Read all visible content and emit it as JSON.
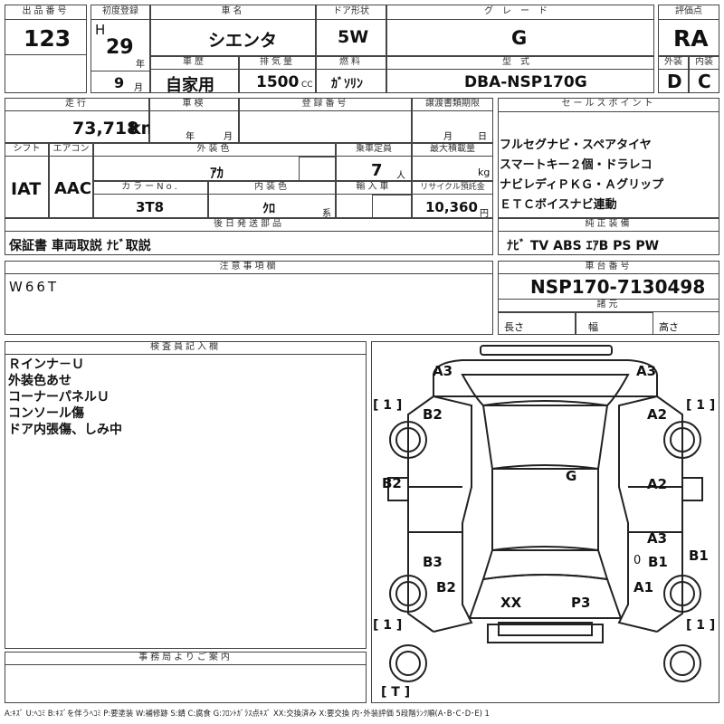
{
  "header_labels": {
    "lot_no": "出品番号",
    "first_reg": "初度登録",
    "car_name": "車名",
    "door": "ドア形状",
    "grade": "グレード",
    "score": "評価点",
    "history": "車歴",
    "displacement": "排気量",
    "fuel": "燃料",
    "model_type": "型式",
    "exterior": "外装",
    "interior": "内装",
    "mileage": "走行",
    "inspection": "車検",
    "reg_no": "登録番号",
    "transfer_deadline": "譲渡書類期限",
    "sales_point": "セールスポイント",
    "shift": "シフト",
    "aircon": "エアコン",
    "ext_color": "外装色",
    "capacity": "乗車定員",
    "max_load": "最大積載量",
    "color_no": "カラーNo.",
    "int_color": "内装色",
    "import": "輸入車",
    "recycle": "リサイクル預託金",
    "later_parts": "後日発送部品",
    "equipment": "純正装備",
    "notes": "注意事項欄",
    "chassis_no": "車台番号",
    "dimensions": "諸元",
    "inspector": "検査員記入欄",
    "office": "事務局よりご案内"
  },
  "values": {
    "lot_no": "123",
    "era": "H",
    "year": "29",
    "year_unit": "年",
    "month": "9",
    "month_unit": "月",
    "car_name": "シエンタ",
    "door": "5W",
    "grade": "G",
    "score": "RA",
    "history": "自家用",
    "displacement": "1500",
    "cc": "CC",
    "fuel": "ｶﾞｿﾘﾝ",
    "model_type": "DBA-NSP170G",
    "exterior": "D",
    "interior": "C",
    "mileage": "73,718",
    "km": "km",
    "insp_year": "年",
    "insp_month": "月",
    "deadline_month": "月",
    "deadline_day": "日",
    "shift": "IAT",
    "aircon": "AAC",
    "ext_color": "ｱｶ",
    "capacity": "7",
    "person": "人",
    "kg": "kg",
    "color_no": "3T8",
    "int_color": "ｸﾛ",
    "kei": "系",
    "recycle": "10,360",
    "yen": "円",
    "later_parts": "保証書 車両取説 ﾅﾋﾞ取説",
    "equipment": "ﾅﾋﾞ TV ABS ｴｱB PS PW",
    "notes": "W66T",
    "chassis_no": "NSP170-7130498",
    "length": "長さ",
    "width": "幅",
    "height": "高さ",
    "legend": "A:ｷｽﾞ U:ﾍｺﾐ B:ｷｽﾞを伴うﾍｺﾐ P:要塗装 W:補修跡 S:錆 C:腐食 G:ﾌﾛﾝﾄｶﾞﾗｽ点ｷｽﾞ XX:交換済み X:要交換 内･外装評価 5段階ﾗﾝｸ順(A･B･C･D･E) 1"
  },
  "sales_points": [
    "フルセグナビ・スペアタイヤ",
    "スマートキー２個・ドラレコ",
    "ナビレディＰＫＧ・Ａグリップ",
    "ＥＴＣボイスナビ連動"
  ],
  "inspector_notes": [
    "Ｒインナ－Ｕ",
    "外装色あせ",
    "コーナーパネルＵ",
    "コンソール傷",
    "ドア内張傷、しみ中"
  ],
  "damage_marks": [
    "A3",
    "A3",
    "[ 1 ]",
    "[ 1 ]",
    "B2",
    "A2",
    "B2",
    "G",
    "A2",
    "A3",
    "B3",
    "0",
    "B1",
    "B1",
    "B2",
    "A1",
    "XX",
    "P3",
    "[ 1 ]",
    "[ 1 ]",
    "[ T ]"
  ]
}
